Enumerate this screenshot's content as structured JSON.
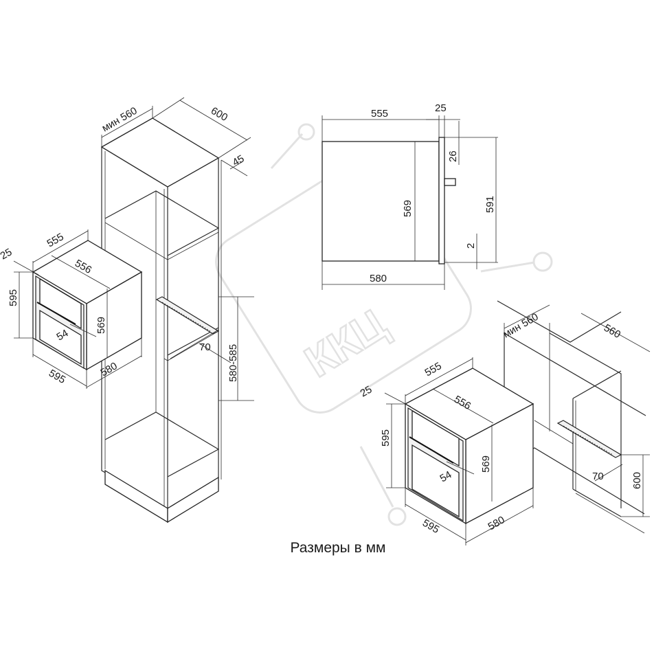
{
  "caption": "Размеры в мм",
  "watermark": "ККЦ",
  "tall_cabinet": {
    "min_width": "мин 560",
    "depth": "600",
    "back_gap": "45",
    "niche_height": "580-585",
    "vent_depth": "70"
  },
  "oven_left": {
    "width_top": "555",
    "front_thickness": "25",
    "inner_width": "556",
    "height": "595",
    "inner_height": "569",
    "handle_offset": "54",
    "width_bottom": "595",
    "depth": "580"
  },
  "side_view": {
    "depth_top": "555",
    "front_thickness": "25",
    "top_offset": "26",
    "body_height": "569",
    "front_height": "591",
    "bottom_offset": "2",
    "depth_bottom": "580"
  },
  "undercounter": {
    "min_width": "мин 560",
    "width": "560",
    "vent_depth": "70",
    "niche_height": "600"
  },
  "oven_right": {
    "width_top": "555",
    "front_thickness": "25",
    "inner_width": "556",
    "height": "595",
    "inner_height": "569",
    "handle_offset": "54",
    "width_bottom": "595",
    "depth": "580"
  }
}
